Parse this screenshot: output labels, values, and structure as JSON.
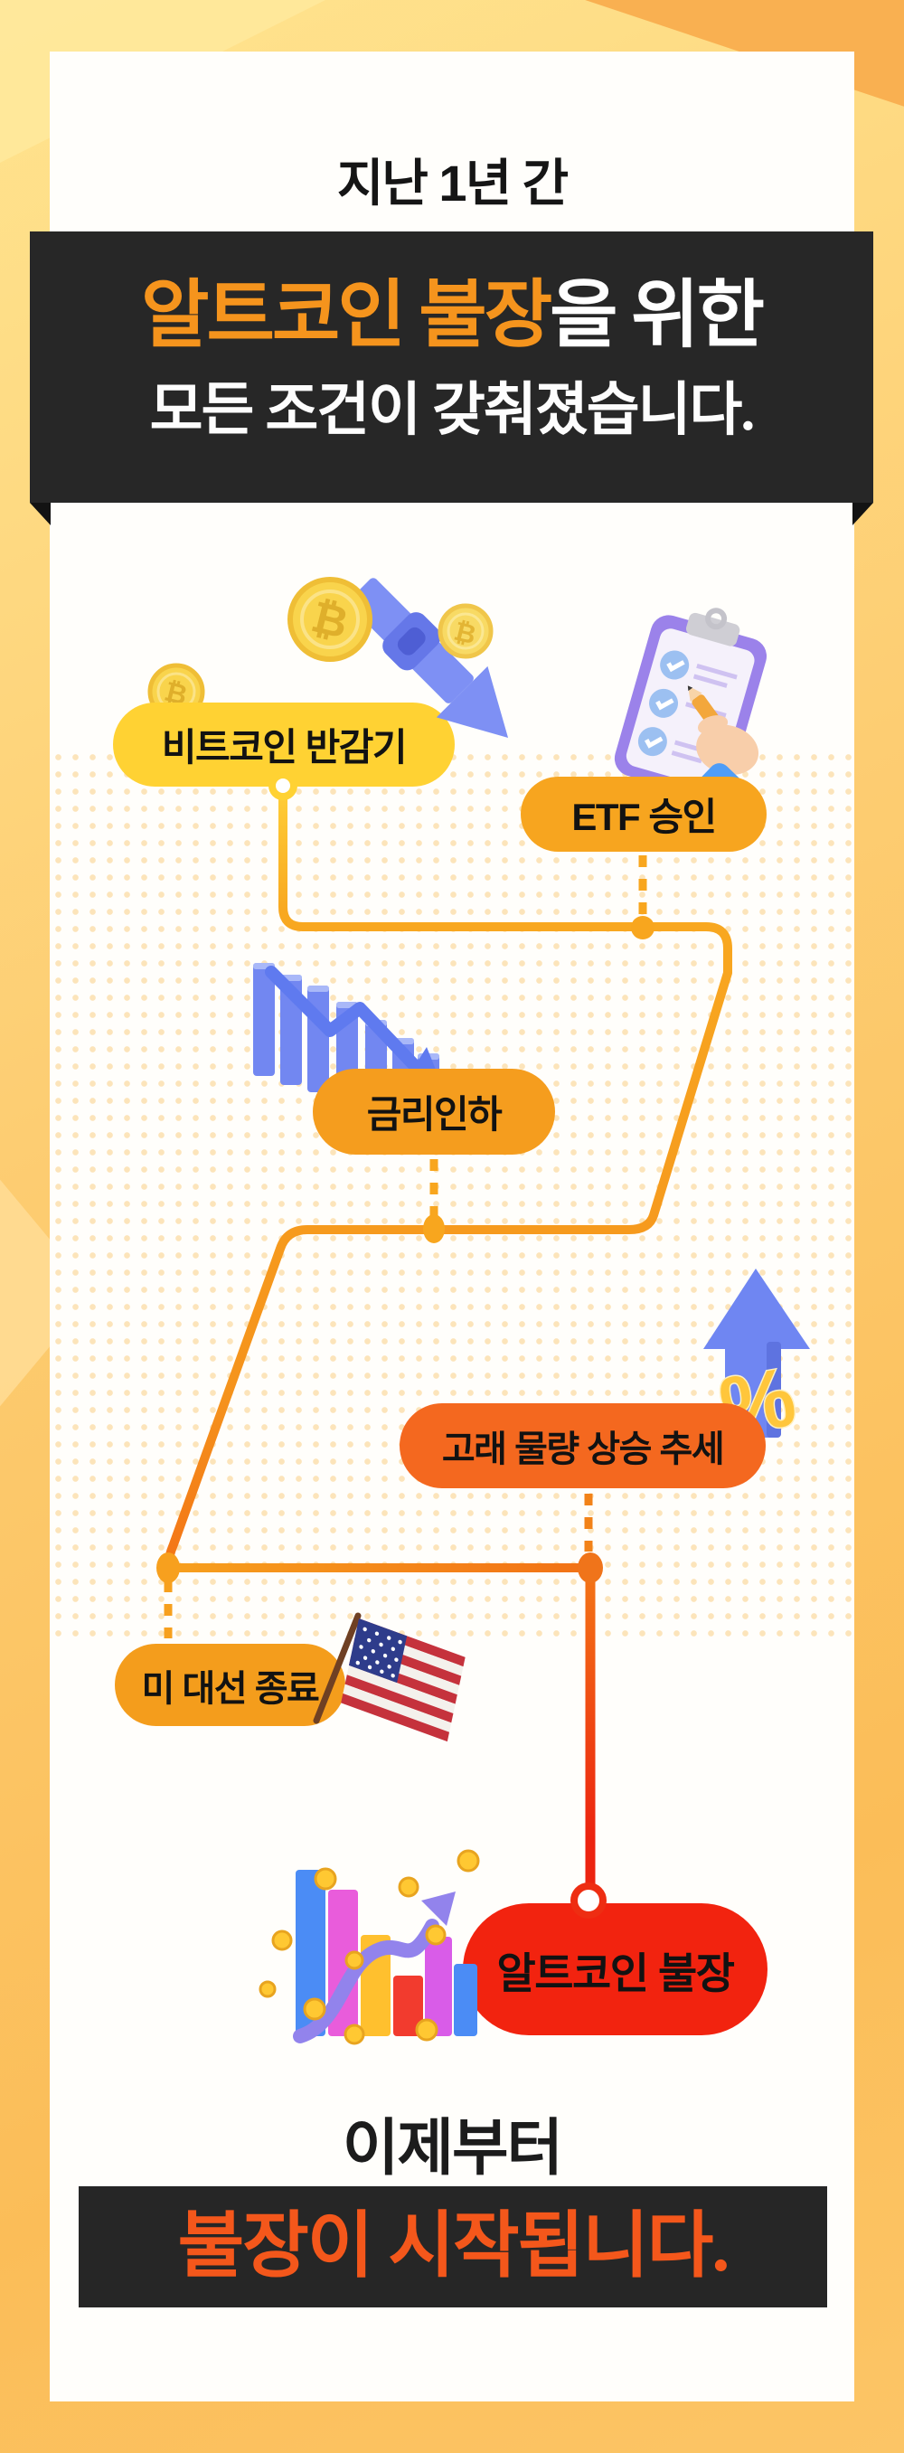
{
  "header": {
    "title": "지난 1년 간"
  },
  "hero_banner": {
    "highlight": "알트코인 불장",
    "suffix": "을 위한",
    "line2": "모든 조건이 갖춰졌습니다."
  },
  "flowchart": {
    "pills": [
      {
        "id": "bitcoin-halving",
        "label": "비트코인 반감기"
      },
      {
        "id": "etf-approval",
        "label": "ETF 승인"
      },
      {
        "id": "rate-cut",
        "label": "금리인하"
      },
      {
        "id": "whale-volume",
        "label": "고래 물량 상승 추세"
      },
      {
        "id": "us-election-end",
        "label": "미 대선 종료"
      },
      {
        "id": "altcoin-bull",
        "label": "알트코인 불장"
      }
    ],
    "glyphs": {
      "bitcoin_symbol": "₿",
      "percent_symbol": "%"
    },
    "icons": [
      "bitcoin-coins-icon",
      "down-arrow-icon",
      "checklist-icon",
      "falling-bars-icon",
      "percent-up-arrow-icon",
      "us-flag-icon",
      "rising-bars-icon"
    ]
  },
  "footer": {
    "line1": "이제부터",
    "line2": "불장이 시작됩니다."
  },
  "colors": {
    "background_gradient_start": "#FFE48F",
    "background_gradient_end": "#FBBD58",
    "panel": "#FFFEFB",
    "banner_dark": "#272727",
    "headline_orange": "#F5941D",
    "footer_orange": "#F4571B",
    "pill_yellow": "#FFD233",
    "pill_orange": "#F7A51F",
    "pill_deep_orange": "#F4681F",
    "pill_red": "#F2230F",
    "flow_line_yellow": "#FFD23A",
    "flow_line_orange": "#F5941C",
    "flow_line_red": "#EC2410"
  }
}
